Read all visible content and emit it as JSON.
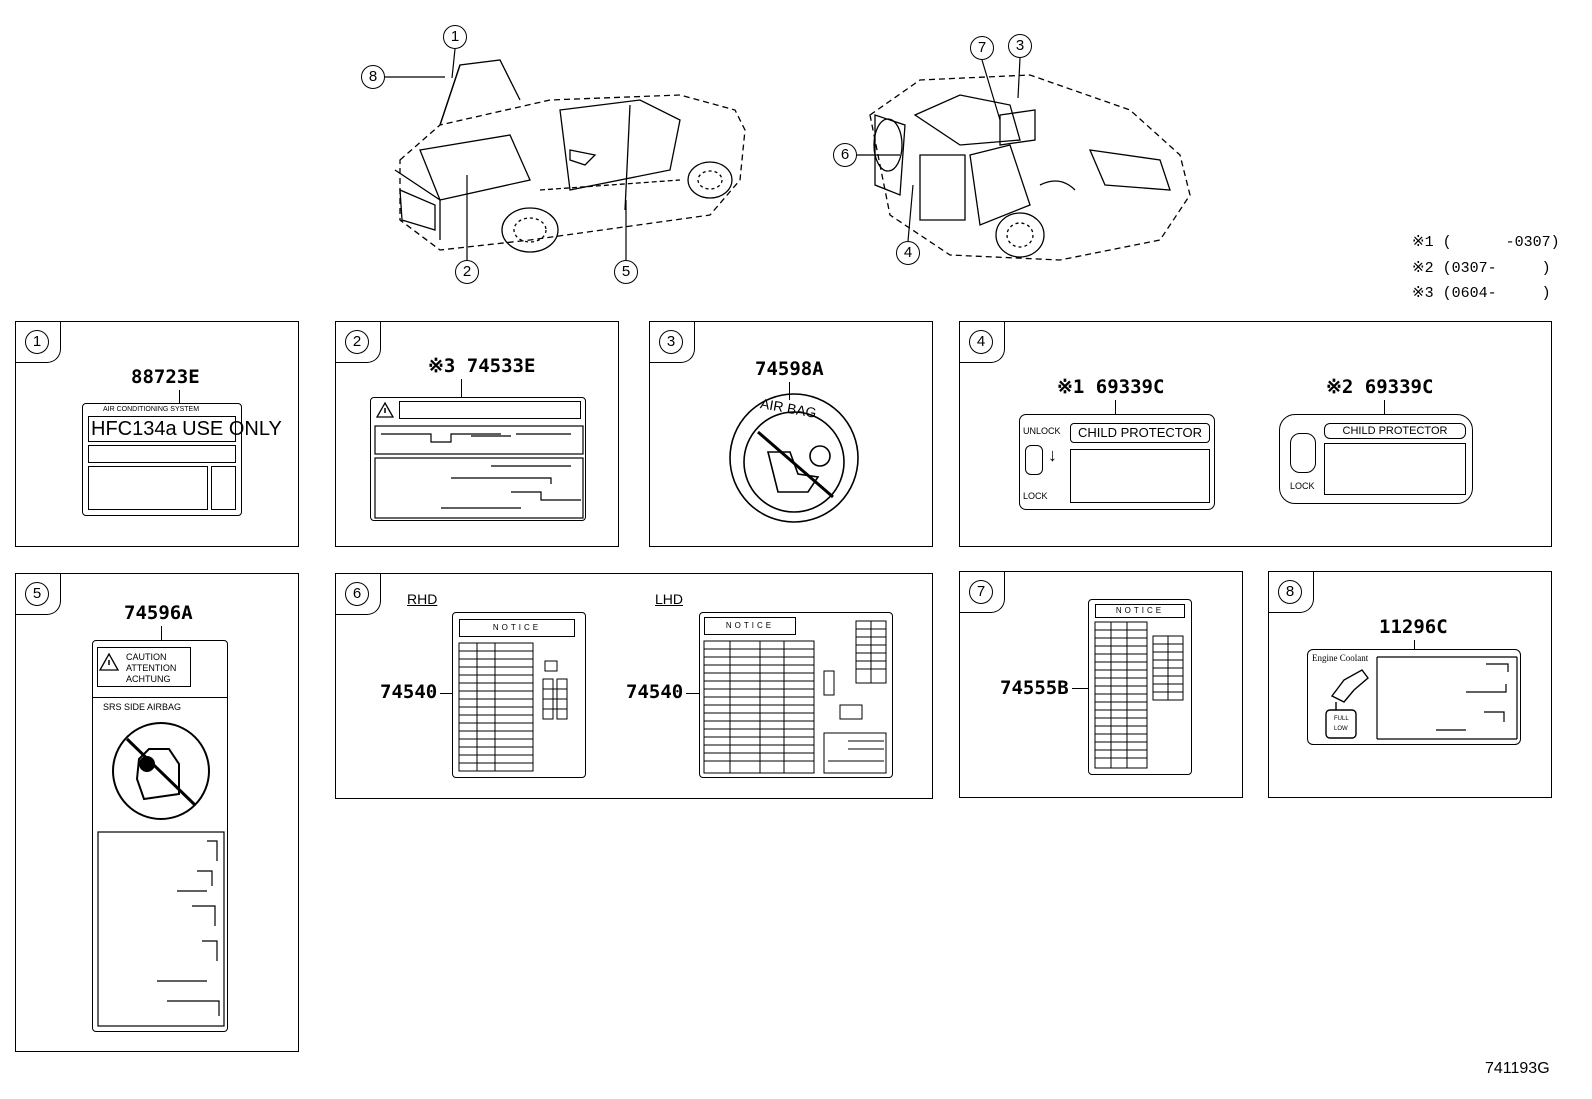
{
  "legend": [
    "※1 (      -0307)",
    "※2 (0307-     )",
    "※3 (0604-     )"
  ],
  "callouts": [
    "1",
    "2",
    "3",
    "4",
    "5",
    "6",
    "7",
    "8"
  ],
  "panels": {
    "p1": {
      "num": "1",
      "part": "88723E",
      "label_top": "AIR CONDITIONING SYSTEM",
      "label_main": "HFC134a USE ONLY"
    },
    "p2": {
      "num": "2",
      "part": "※3 74533E"
    },
    "p3": {
      "num": "3",
      "part": "74598A",
      "ring_text": "AIR BAG"
    },
    "p4": {
      "num": "4",
      "a": {
        "part": "※1 69339C",
        "title": "CHILD PROTECTOR",
        "unlock": "UNLOCK",
        "lock": "LOCK"
      },
      "b": {
        "part": "※2 69339C",
        "title": "CHILD PROTECTOR",
        "lock": "LOCK"
      }
    },
    "p5": {
      "num": "5",
      "part": "74596A",
      "warn": [
        "CAUTION",
        "ATTENTION",
        "ACHTUNG"
      ],
      "subtitle": "SRS SIDE AIRBAG"
    },
    "p6": {
      "num": "6",
      "rhd": "RHD",
      "lhd": "LHD",
      "rhd_part": "74540",
      "lhd_part": "74540",
      "notice": "NOTICE"
    },
    "p7": {
      "num": "7",
      "part": "74555B",
      "notice": "NOTICE"
    },
    "p8": {
      "num": "8",
      "part": "11296C",
      "title": "Engine Coolant",
      "full": "FULL",
      "low": "LOW"
    }
  },
  "diagram_code": "741193G"
}
